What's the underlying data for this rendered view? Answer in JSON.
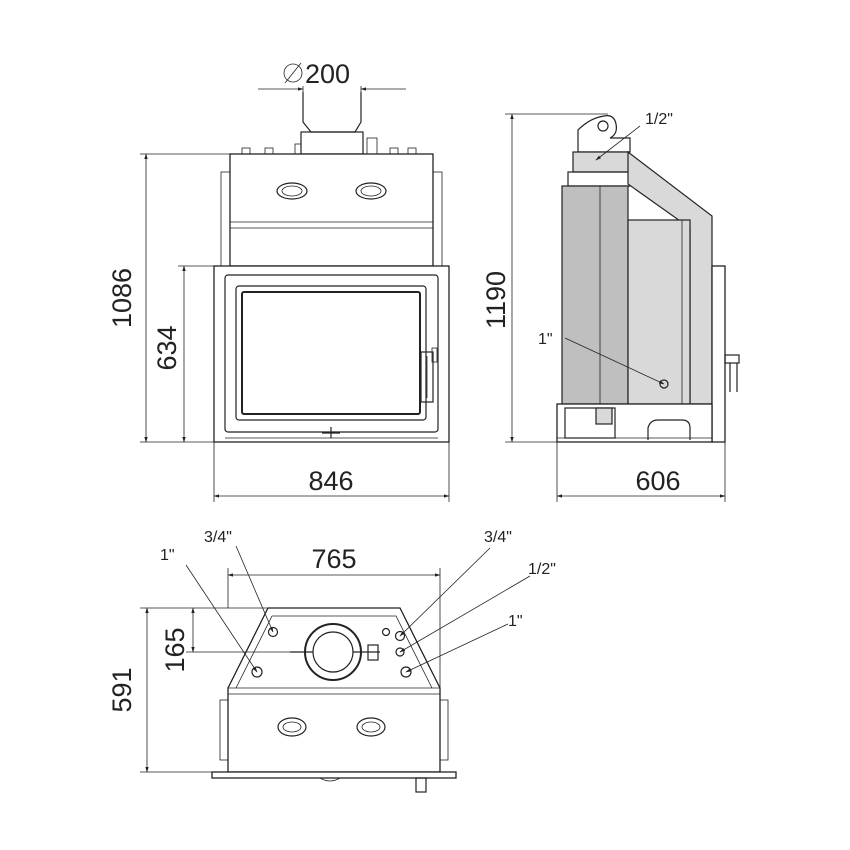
{
  "front_view": {
    "flue_diameter": "200",
    "height": "1086",
    "door_height": "634",
    "width": "846"
  },
  "side_view": {
    "height": "1190",
    "depth": "606",
    "connection_top": "1/2\"",
    "connection_bottom": "1\""
  },
  "top_view": {
    "width": "765",
    "depth": "591",
    "offset": "165",
    "left_connection_outer": "1\"",
    "left_connection_inner": "3/4\"",
    "right_connection_top": "3/4\"",
    "right_connection_middle": "1/2\"",
    "right_connection_bottom": "1\""
  }
}
